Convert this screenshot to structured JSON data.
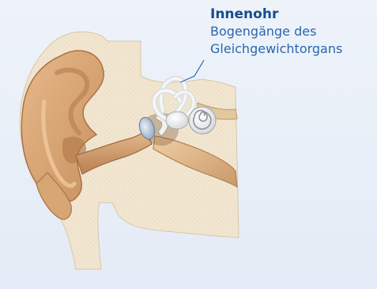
{
  "annotation": {
    "title": "Innenohr",
    "lines": [
      "Bogengänge des",
      "Gleichgewichtorgans"
    ]
  },
  "colors": {
    "background": "#e8eef7",
    "skin_outer": "#f0e3cd",
    "ear_tissue": "#d9a877",
    "ear_canal": "#c99263",
    "inner_ear": "#f2f2f2",
    "eardrum": "#b4c4d4",
    "label_title": "#154d8c",
    "label_text": "#2a66ad"
  }
}
